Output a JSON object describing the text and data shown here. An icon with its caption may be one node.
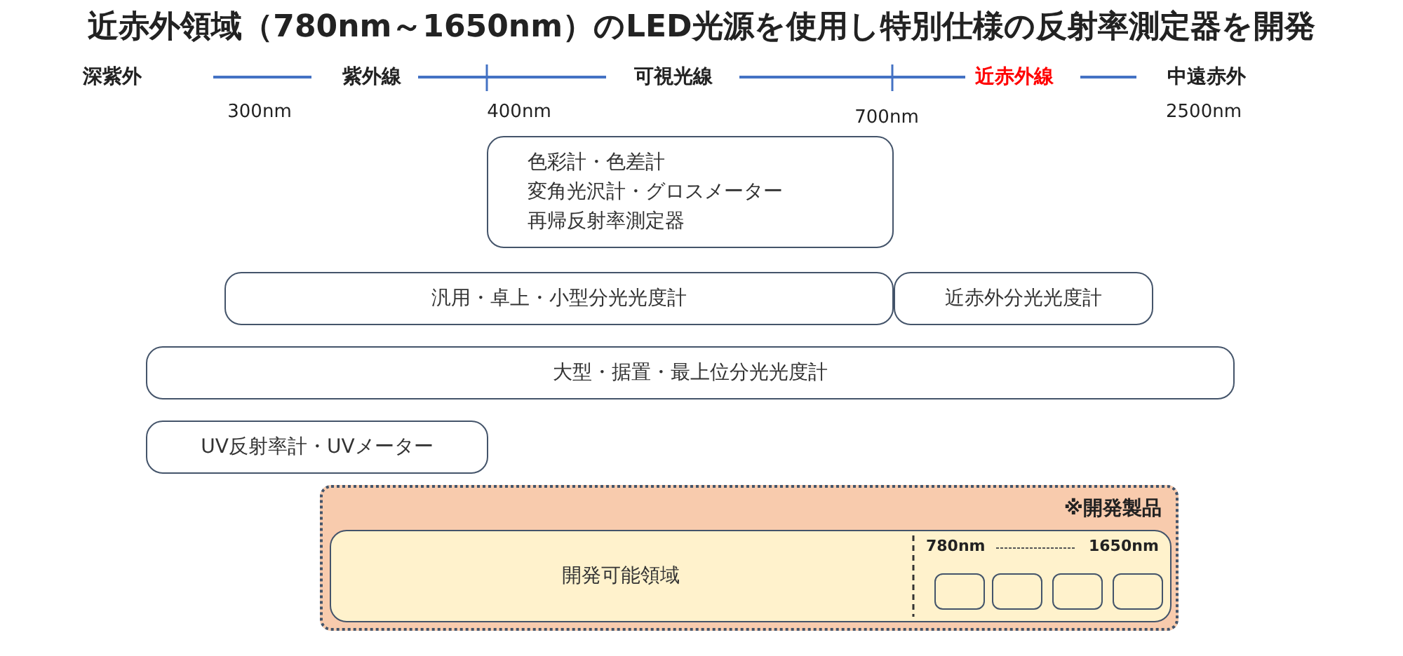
{
  "diagram": {
    "title": "近赤外領域（780nm～1650nm）のLED光源を使用し特別仕様の反射率測定器を開発",
    "nodes": [
      {
        "text": [
          "色彩計・色差計",
          "変角光沢計・グロスメーター",
          "再帰反射率測定器"
        ]
      },
      {
        "text": [
          "汎用・卓上・小型分光光度計"
        ]
      },
      {
        "text": [
          "近赤外分光光度計"
        ]
      },
      {
        "text": [
          "大型・据置・最上位分光光度計"
        ]
      },
      {
        "text": [
          "UV反射率計・UVメーター"
        ]
      },
      {
        "text": [
          "※開発製品"
        ]
      },
      {
        "text": [
          "開発可能領域",
          "780nm",
          "1650nm"
        ],
        "in": 5
      },
      {
        "text": [],
        "shape": "box",
        "in": 6
      },
      {
        "text": [],
        "shape": "box",
        "in": 6
      },
      {
        "text": [],
        "shape": "box",
        "in": 6
      },
      {
        "text": [],
        "shape": "box",
        "in": 6
      }
    ],
    "labels": [
      "深紫外",
      "紫外線",
      "可視光線",
      "近赤外線",
      "中遠赤外",
      "300nm",
      "400nm",
      "700nm",
      "2500nm"
    ]
  }
}
